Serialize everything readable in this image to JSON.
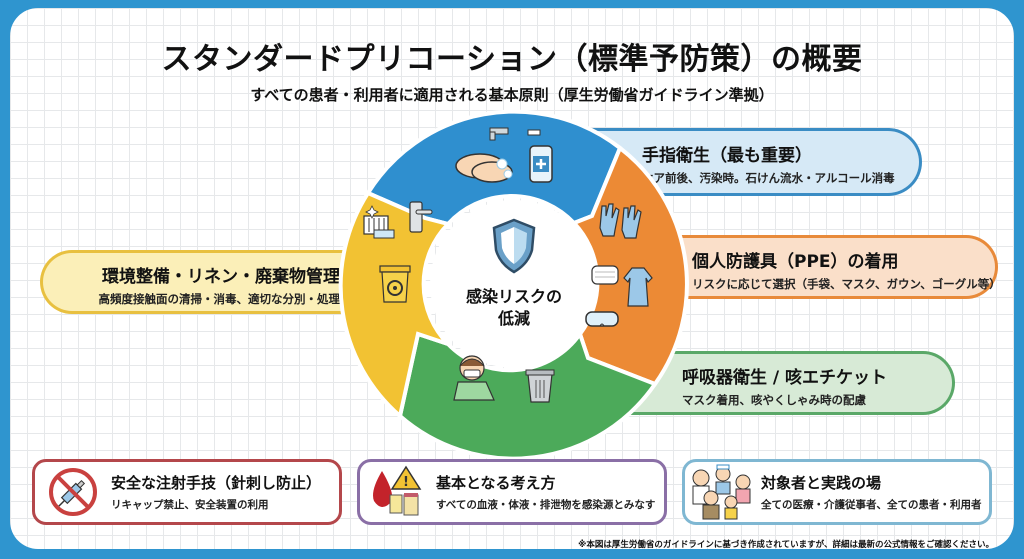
{
  "header": {
    "title": "スタンダードプリコーション（標準予防策）の概要",
    "subtitle": "すべての患者・利用者に適用される基本原則（厚生労働省ガイドライン準拠）"
  },
  "center": {
    "icon": "shield-icon",
    "line1": "感染リスクの",
    "line2": "低減"
  },
  "segments": [
    {
      "id": "hand-hygiene",
      "color": "#2f8fcf",
      "pill_bg": "#d6e9f6",
      "pill_border": "#3a8cc4",
      "title": "手指衛生（最も重要）",
      "desc": "ケア前後、汚染時。石けん流水・アルコール消毒",
      "icons": [
        "handwashing-icon",
        "faucet-icon",
        "sanitizer-bottle-icon"
      ]
    },
    {
      "id": "ppe",
      "color": "#ec8a35",
      "pill_bg": "#fadfc9",
      "pill_border": "#e88a3a",
      "title": "個人防護具（PPE）の着用",
      "desc": "リスクに応じて選択（手袋、マスク、ガウン、ゴーグル等）",
      "icons": [
        "gloves-icon",
        "mask-icon",
        "gown-icon",
        "goggles-icon"
      ]
    },
    {
      "id": "respiratory",
      "color": "#4caa5a",
      "pill_bg": "#d7ead6",
      "pill_border": "#5aa868",
      "title": "呼吸器衛生 / 咳エチケット",
      "desc": "マスク着用、咳やくしゃみ時の配慮",
      "icons": [
        "coughing-person-icon",
        "trash-bin-icon"
      ]
    },
    {
      "id": "environment",
      "color": "#f2c233",
      "pill_bg": "#fbefb8",
      "pill_border": "#e8c040",
      "title": "環境整備・リネン・廃棄物管理",
      "desc": "高頻度接触面の清掃・消毒、適切な分別・処理",
      "icons": [
        "bed-cleaning-icon",
        "door-handle-icon",
        "biohazard-bin-icon"
      ]
    }
  ],
  "cards": [
    {
      "title": "安全な注射手技（針刺し防止）",
      "desc": "リキャップ禁止、安全装置の利用",
      "border": "#b4474b",
      "icon": "no-syringe-icon"
    },
    {
      "title": "基本となる考え方",
      "desc": "すべての血液・体液・排泄物を感染源とみなす",
      "border": "#8a6fa6",
      "icon": "blood-warning-icon"
    },
    {
      "title": "対象者と実践の場",
      "desc": "全ての医療・介護従事者、全ての患者・利用者",
      "border": "#7fb7d2",
      "icon": "people-group-icon"
    }
  ],
  "footnote": "※本図は厚生労働省のガイドラインに基づき作成されていますが、詳細は最新の公式情報をご確認ください。"
}
